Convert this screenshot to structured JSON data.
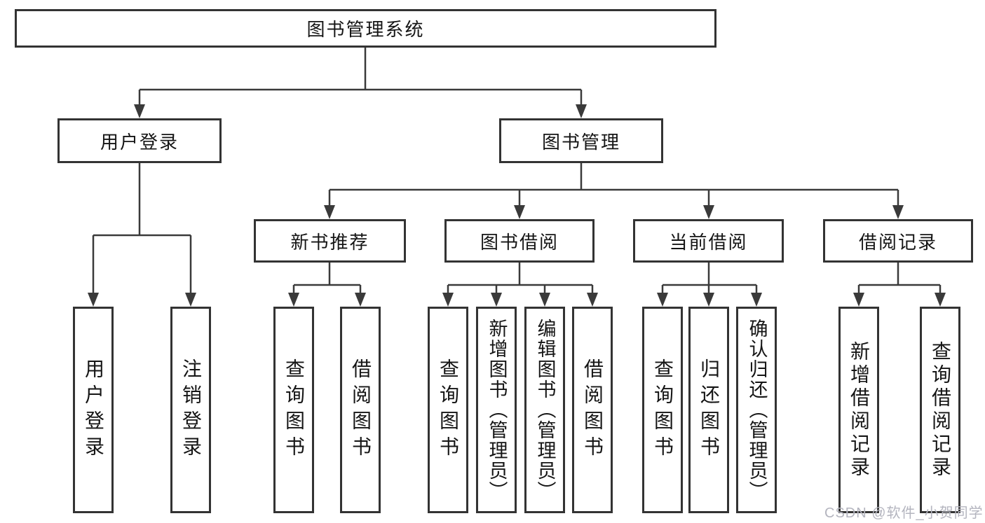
{
  "root": "图书管理系统",
  "branches": {
    "user_login": {
      "label": "用户登录",
      "children": [
        "用户登录",
        "注销登录"
      ]
    },
    "book_management": {
      "label": "图书管理",
      "sections": {
        "new_book_recommend": {
          "label": "新书推荐",
          "children": [
            "查询图书",
            "借阅图书"
          ]
        },
        "book_borrowing": {
          "label": "图书借阅",
          "children": [
            "查询图书",
            "新增图书（管理员）",
            "编辑图书（管理员）",
            "借阅图书"
          ]
        },
        "current_borrowing": {
          "label": "当前借阅",
          "children": [
            "查询图书",
            "归还图书",
            "确认归还（管理员）"
          ]
        },
        "borrowing_records": {
          "label": "借阅记录",
          "children": [
            "新增借阅记录",
            "查询借阅记录"
          ]
        }
      }
    }
  },
  "watermark": "CSDN @软件_小贺同学",
  "colors": {
    "line": "#3a3a3a",
    "box_border": "#333333",
    "text": "#151515",
    "watermark": "#b4b5bf",
    "background": "#ffffff"
  }
}
